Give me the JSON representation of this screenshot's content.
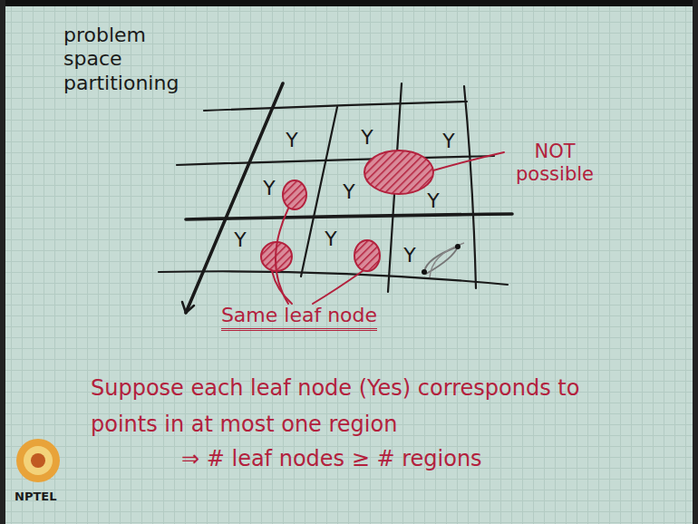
{
  "diagram": {
    "title": "problem space partitioning",
    "labels": [
      "Y",
      "Y",
      "Y",
      "Y",
      "Y",
      "Y",
      "Y",
      "Y",
      "Y",
      "NOT possible",
      "Same leaf node",
      "Suppose each leaf node (Yes) corresponds to points in at most one region",
      "⇒ # leaf nodes ≥ # regions",
      "NPTEL"
    ]
  }
}
